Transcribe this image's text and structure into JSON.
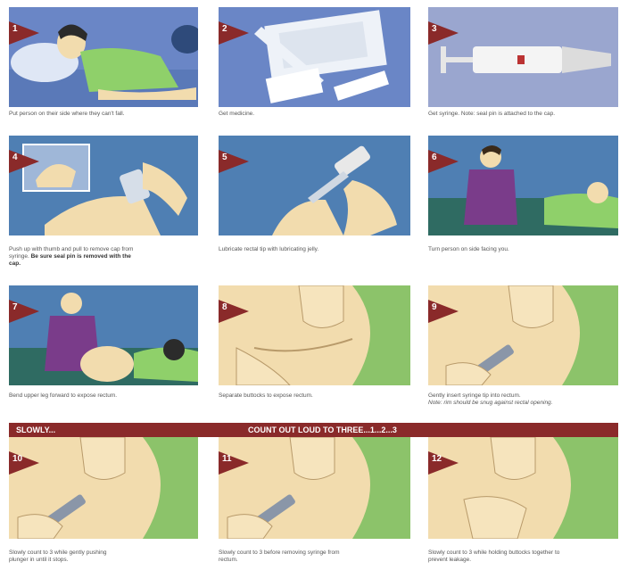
{
  "banner": {
    "left_text": "SLOWLY...",
    "right_text": "COUNT OUT LOUD TO THREE...1...2...3"
  },
  "steps": [
    {
      "num": "1",
      "caption": "Put person on their side where they can't fall."
    },
    {
      "num": "2",
      "caption": "Get medicine."
    },
    {
      "num": "3",
      "caption": "Get syringe. Note: seal pin is attached to the cap."
    },
    {
      "num": "4",
      "caption": "Push up with thumb and pull to remove cap from syringe.",
      "bold": "Be sure seal pin is removed with the cap."
    },
    {
      "num": "5",
      "caption": "Lubricate rectal tip with lubricating jelly."
    },
    {
      "num": "6",
      "caption": "Turn person on side facing you."
    },
    {
      "num": "7",
      "caption": "Bend upper leg forward to expose rectum."
    },
    {
      "num": "8",
      "caption": "Separate buttocks to expose rectum."
    },
    {
      "num": "9",
      "caption": "Gently insert syringe tip into rectum.",
      "note": "Note: rim should be snug against rectal opening."
    },
    {
      "num": "10",
      "caption": "Slowly count to 3 while gently pushing plunger in until it stops."
    },
    {
      "num": "11",
      "caption": "Slowly count to 3 before removing syringe from rectum."
    },
    {
      "num": "12",
      "caption": "Slowly count to 3 while holding buttocks together to prevent leakage."
    }
  ],
  "colors": {
    "panel_blue": "#4f7fb3",
    "panel_green": "#8cc36a",
    "step_flag": "#8a2a2a",
    "banner": "#8a2a2a",
    "skin": "#f2dcae",
    "shirt_green": "#8fd06a",
    "shirt_purple": "#7a3c8a"
  },
  "icons": {
    "step_marker": "step-flag-icon"
  }
}
